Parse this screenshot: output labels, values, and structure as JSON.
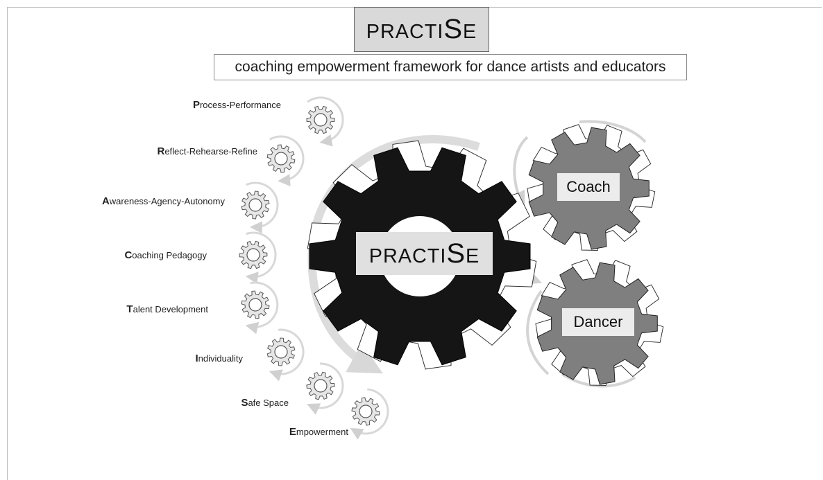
{
  "title": {
    "prefix": "PRACTI",
    "big_letter": "S",
    "suffix": "E"
  },
  "subtitle": "coaching empowerment framework for dance artists and educators",
  "center_gear": {
    "prefix": "PRACTI",
    "big_letter": "S",
    "suffix": "E",
    "color": "#151515"
  },
  "outcome_gears": [
    {
      "label": "Coach",
      "color": "#7f7f7f"
    },
    {
      "label": "Dancer",
      "color": "#7f7f7f"
    }
  ],
  "items": [
    {
      "first": "P",
      "rest": "rocess-Performance"
    },
    {
      "first": "R",
      "rest": "eflect-Rehearse-Refine"
    },
    {
      "first": "A",
      "rest": "wareness-Agency-Autonomy"
    },
    {
      "first": "C",
      "rest": "oaching Pedagogy"
    },
    {
      "first": "T",
      "rest": "alent Development"
    },
    {
      "first": "I",
      "rest": "ndividuality"
    },
    {
      "first": "S",
      "rest": "afe Space"
    },
    {
      "first": "E",
      "rest": "mpowerment"
    }
  ],
  "small_gear_color": "#e6e6e6",
  "icons": [
    "gear-icon",
    "curved-arrow-icon"
  ]
}
